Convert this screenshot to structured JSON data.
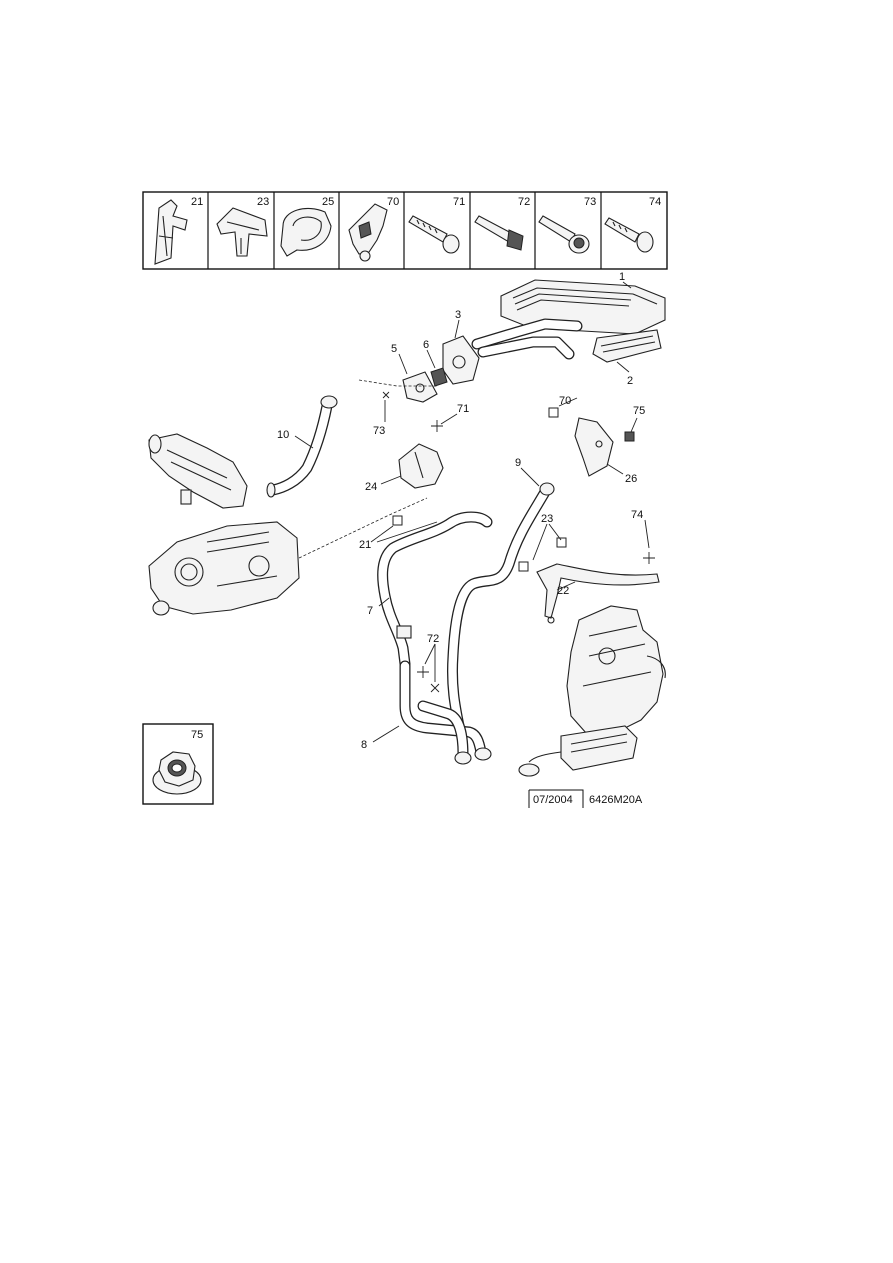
{
  "diagram": {
    "stamp_date": "07/2004",
    "reference_code": "6426M20A",
    "legend_cells": [
      {
        "label": "21",
        "icon": "clip-21-icon"
      },
      {
        "label": "23",
        "icon": "clip-23-icon"
      },
      {
        "label": "25",
        "icon": "clamp-25-icon"
      },
      {
        "label": "70",
        "icon": "clip-70-icon"
      },
      {
        "label": "71",
        "icon": "screw-71-icon"
      },
      {
        "label": "72",
        "icon": "bolt-72-icon"
      },
      {
        "label": "73",
        "icon": "flange-bolt-73-icon"
      },
      {
        "label": "74",
        "icon": "screw-74-icon"
      }
    ],
    "nut_inset": {
      "label": "75",
      "icon": "flange-nut-icon"
    },
    "callouts": {
      "c1": "1",
      "c2": "2",
      "c3": "3",
      "c5": "5",
      "c6": "6",
      "c7": "7",
      "c8": "8",
      "c9": "9",
      "c10": "10",
      "c21": "21",
      "c22": "22",
      "c23": "23",
      "c24": "24",
      "c26": "26",
      "c70": "70",
      "c71": "71",
      "c72": "72",
      "c73": "73",
      "c74": "74",
      "c75": "75"
    }
  }
}
